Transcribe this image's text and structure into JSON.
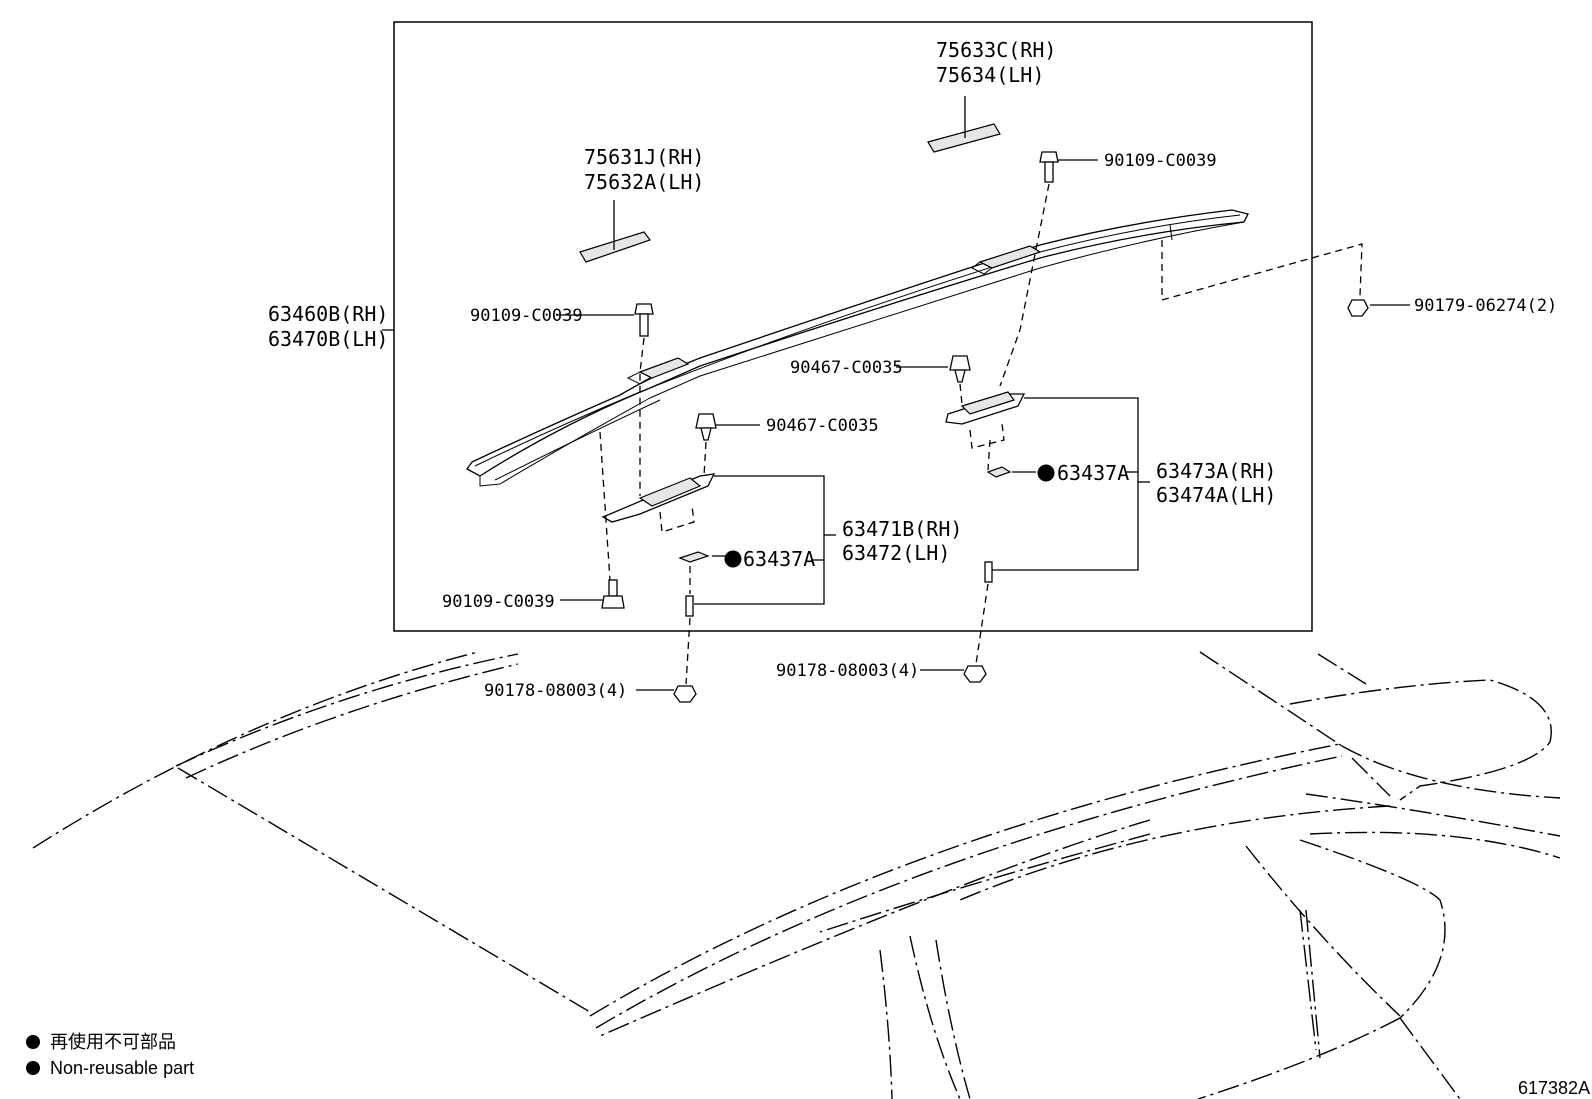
{
  "diagram_id": "617382A",
  "legend": {
    "bullet_jp": "再使用不可部品",
    "bullet_en": "Non-reusable part"
  },
  "parts": {
    "roof_rail": {
      "rh": "63460B(RH)",
      "lh": "63470B(LH)"
    },
    "end_cover_front": {
      "rh": "75631J(RH)",
      "lh": "75632A(LH)"
    },
    "end_cover_rear": {
      "rh": "75633C(RH)",
      "lh": "75634(LH)"
    },
    "bolt_top_rear": "90109-C0039",
    "bolt_top_front": "90109-C0039",
    "bolt_bottom": "90109-C0039",
    "nut_right": "90179-06274(2)",
    "clip_front": "90467-C0035",
    "clip_rear": "90467-C0035",
    "gasket_front": "63437A",
    "gasket_rear": "63437A",
    "leg_front": {
      "rh": "63471B(RH)",
      "lh": "63472(LH)"
    },
    "leg_rear": {
      "rh": "63473A(RH)",
      "lh": "63474A(LH)"
    },
    "nut_front": "90178-08003(4)",
    "nut_rear": "90178-08003(4)"
  }
}
